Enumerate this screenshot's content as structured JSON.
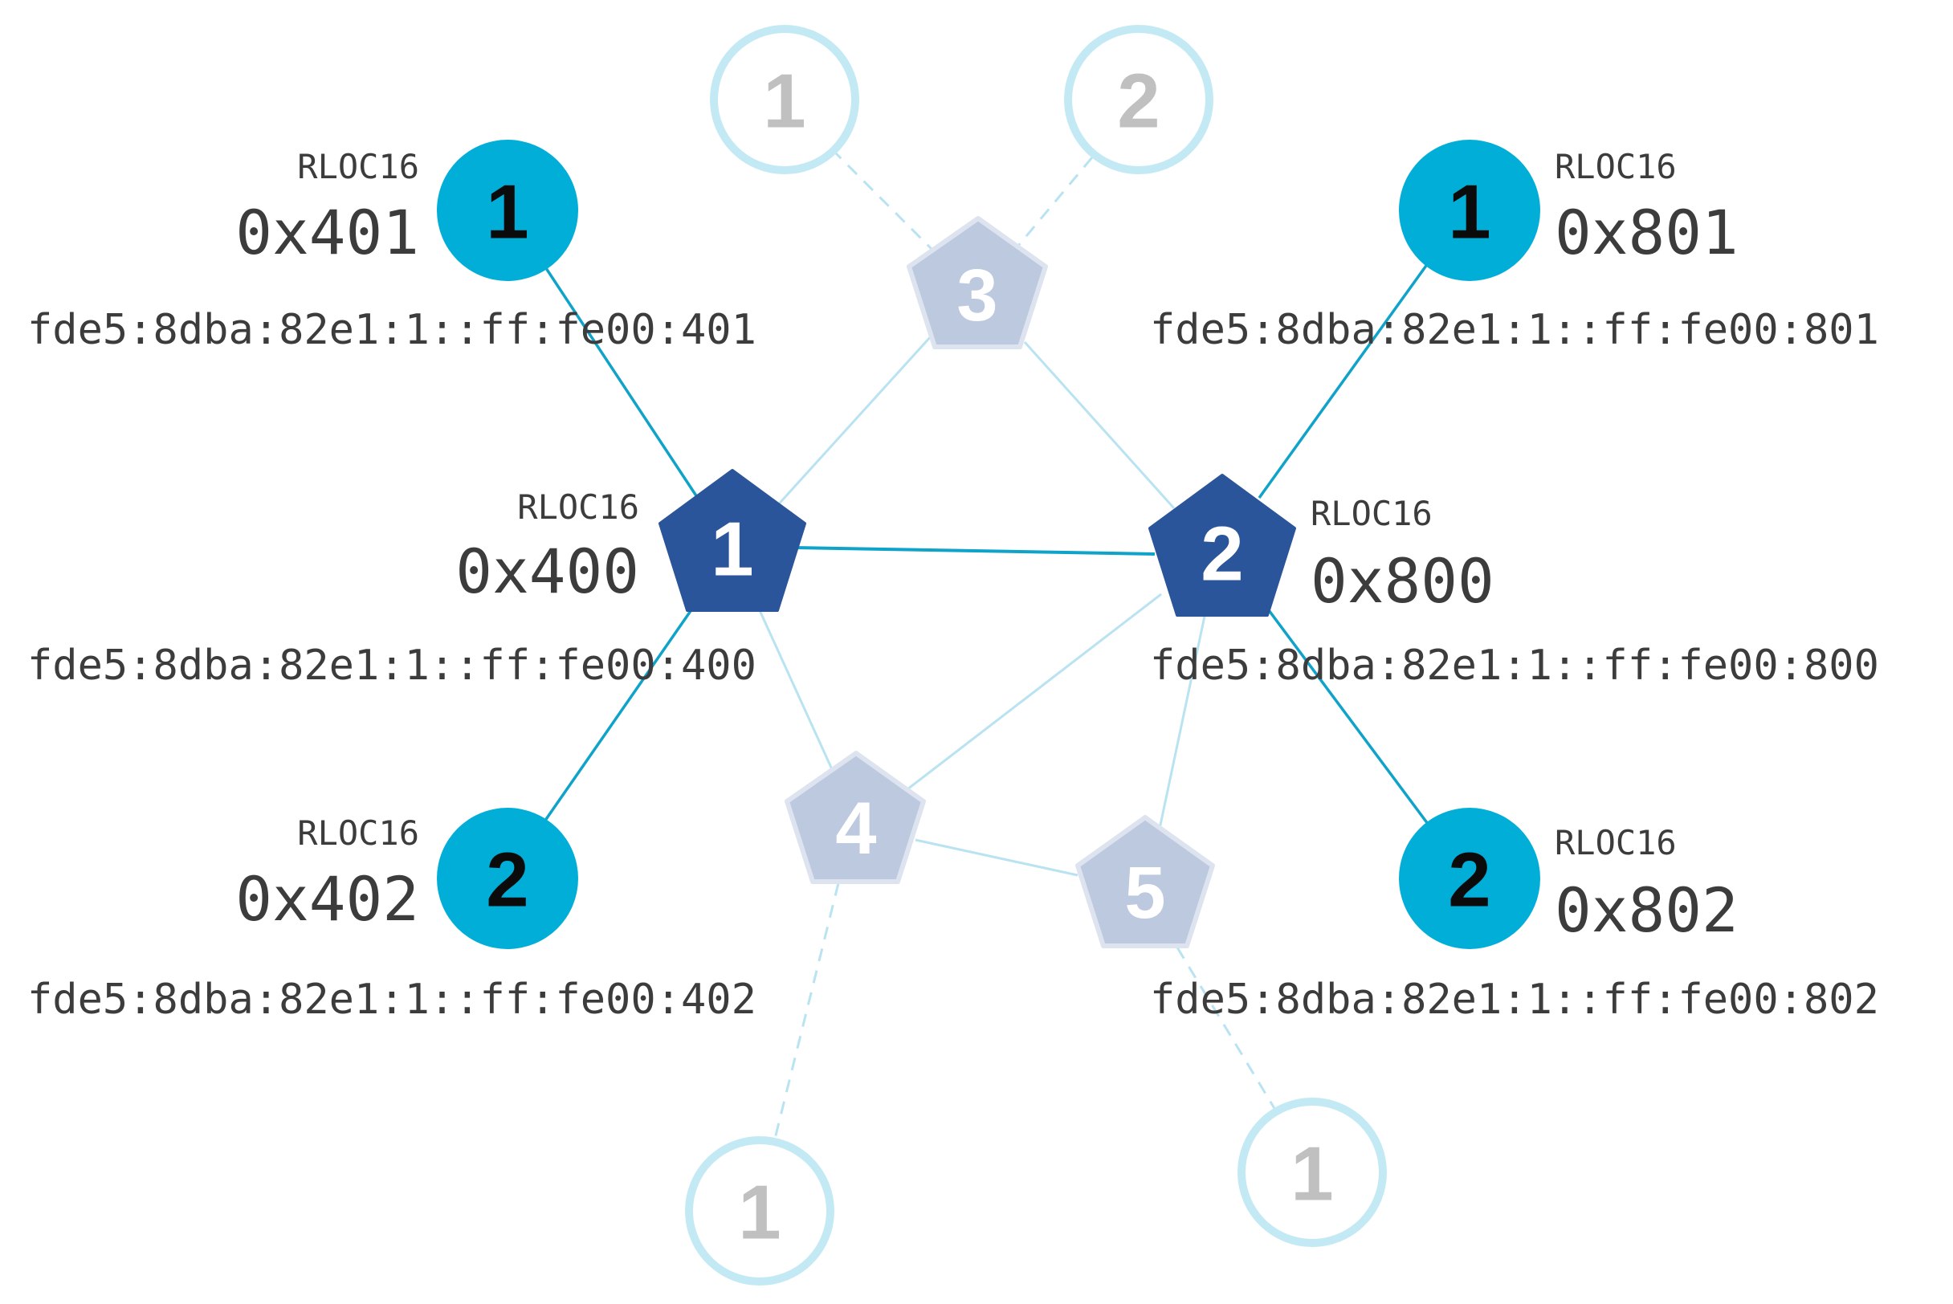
{
  "colors": {
    "router_active": "#2b559b",
    "router_inactive": "#bcc9df",
    "child_active": "#00aed7",
    "child_inactive_stroke": "#c3eaf4",
    "link_active": "#10a3c9",
    "link_inactive": "#b9e3f1",
    "number_light": "#ffffff",
    "number_dark": "#0b0b0b",
    "number_faded": "#c0c0c0"
  },
  "routers": {
    "r1": {
      "id": "1",
      "rloc_label": "RLOC16",
      "rloc": "0x400",
      "address": "fde5:8dba:82e1:1::ff:fe00:400"
    },
    "r2": {
      "id": "2",
      "rloc_label": "RLOC16",
      "rloc": "0x800",
      "address": "fde5:8dba:82e1:1::ff:fe00:800"
    },
    "r3": {
      "id": "3"
    },
    "r4": {
      "id": "4"
    },
    "r5": {
      "id": "5"
    }
  },
  "children": {
    "c401": {
      "id": "1",
      "rloc_label": "RLOC16",
      "rloc": "0x401",
      "address": "fde5:8dba:82e1:1::ff:fe00:401"
    },
    "c402": {
      "id": "2",
      "rloc_label": "RLOC16",
      "rloc": "0x402",
      "address": "fde5:8dba:82e1:1::ff:fe00:402"
    },
    "c801": {
      "id": "1",
      "rloc_label": "RLOC16",
      "rloc": "0x801",
      "address": "fde5:8dba:82e1:1::ff:fe00:801"
    },
    "c802": {
      "id": "2",
      "rloc_label": "RLOC16",
      "rloc": "0x802",
      "address": "fde5:8dba:82e1:1::ff:fe00:802"
    },
    "f3a": {
      "id": "1"
    },
    "f3b": {
      "id": "2"
    },
    "f4": {
      "id": "1"
    },
    "f5": {
      "id": "1"
    }
  }
}
